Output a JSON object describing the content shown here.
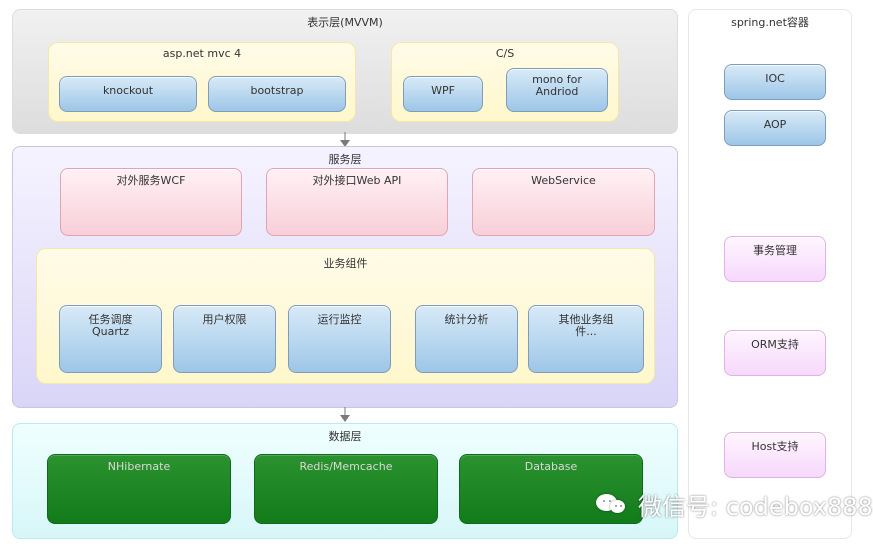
{
  "presentation_layer": {
    "title": "表示层(MVVM)",
    "aspnet_group": {
      "title": "asp.net mvc 4",
      "items": [
        "knockout",
        "bootstrap"
      ]
    },
    "cs_group": {
      "title": "C/S",
      "items": [
        "WPF",
        "mono for\nAndriod"
      ]
    }
  },
  "service_layer": {
    "title": "服务层",
    "items": [
      "对外服务WCF",
      "对外接口Web API",
      "WebService"
    ],
    "business_group": {
      "title": "业务组件",
      "items": [
        "任务调度\nQuartz",
        "用户权限",
        "运行监控",
        "统计分析",
        "其他业务组\n件..."
      ]
    }
  },
  "data_layer": {
    "title": "数据层",
    "items": [
      "NHibernate",
      "Redis/Memcache",
      "Database"
    ]
  },
  "container": {
    "title": "spring.net容器",
    "items": [
      "IOC",
      "AOP",
      "事务管理",
      "ORM支持",
      "Host支持"
    ]
  },
  "watermark": {
    "text": "微信号: codebox888",
    "icon": "wechat-icon"
  },
  "colors": {
    "presentation_bg": "#e7e7e7",
    "service_bg": "#e6e2fb",
    "data_bg": "#e4fbfc",
    "yellow_group": "#fff7cc",
    "blue_box": "#b9d7ef",
    "pink_box": "#f8d6dd",
    "magenta_box": "#f6dcf9",
    "green_box": "#1d8a24",
    "arrow": "#7a7a7a"
  }
}
